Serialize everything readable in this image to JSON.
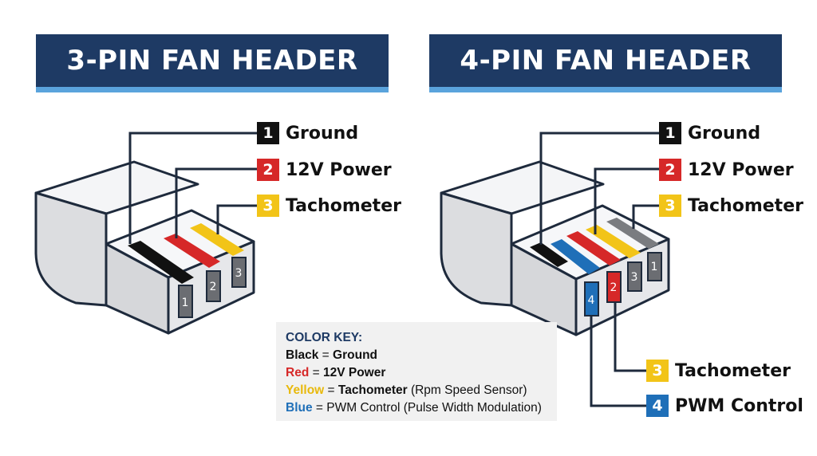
{
  "headers": {
    "three_pin": "3-PIN FAN HEADER",
    "four_pin": "4-PIN FAN HEADER"
  },
  "three_pin": {
    "labels": [
      {
        "num": "1",
        "text": "Ground",
        "color": "#111111"
      },
      {
        "num": "2",
        "text": "12V Power",
        "color": "#d62828"
      },
      {
        "num": "3",
        "text": "Tachometer",
        "color": "#f2c418"
      }
    ],
    "pin_numbers": [
      "1",
      "2",
      "3"
    ]
  },
  "four_pin": {
    "labels": [
      {
        "num": "1",
        "text": "Ground",
        "color": "#111111"
      },
      {
        "num": "2",
        "text": "12V Power",
        "color": "#d62828"
      },
      {
        "num": "3",
        "text": "Tachometer",
        "color": "#f2c418"
      },
      {
        "num": "3",
        "text": "Tachometer",
        "color": "#f2c418"
      },
      {
        "num": "4",
        "text": "PWM Control",
        "color": "#1f6fb8"
      }
    ],
    "pin_numbers": [
      "4",
      "2",
      "3",
      "1"
    ]
  },
  "color_key": {
    "title": "COLOR KEY:",
    "rows": [
      {
        "color_word": "Black",
        "eq": " = ",
        "meaning": "Ground",
        "extra": ""
      },
      {
        "color_word": "Red",
        "eq": " = ",
        "meaning": "12V Power",
        "extra": ""
      },
      {
        "color_word": "Yellow",
        "eq": " = ",
        "meaning": "Tachometer",
        "extra": " (Rpm Speed Sensor)"
      },
      {
        "color_word": "Blue",
        "eq": " = ",
        "meaning": "PWM Control",
        "extra": " (Pulse Width Modulation)"
      }
    ]
  },
  "colors": {
    "header_bg": "#1e3a64",
    "header_stripe": "#5aa3dc",
    "black": "#111111",
    "red": "#d62828",
    "yellow": "#f2c418",
    "blue": "#1f6fb8"
  }
}
